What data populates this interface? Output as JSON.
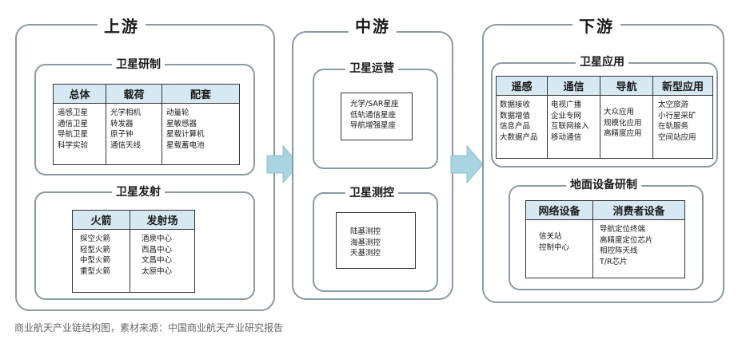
{
  "upstream": {
    "title": "上游",
    "satellite_rd": {
      "title": "卫星研制",
      "columns": [
        {
          "header": "总体",
          "items": [
            "遥感卫星",
            "通信卫星",
            "导航卫星",
            "科学实验"
          ]
        },
        {
          "header": "载荷",
          "items": [
            "光学相机",
            "转发器",
            "原子钟",
            "通信天线"
          ]
        },
        {
          "header": "配套",
          "items": [
            "动量轮",
            "星敏感器",
            "星载计算机",
            "星载蓄电池"
          ]
        }
      ]
    },
    "satellite_launch": {
      "title": "卫星发射",
      "columns": [
        {
          "header": "火箭",
          "items": [
            "探空火箭",
            "轻型火箭",
            "中型火箭",
            "重型火箭"
          ]
        },
        {
          "header": "发射场",
          "items": [
            "酒泉中心",
            "西昌中心",
            "文昌中心",
            "太原中心"
          ]
        }
      ]
    }
  },
  "midstream": {
    "title": "中游",
    "satellite_ops": {
      "title": "卫星运营",
      "items": [
        "光学/SAR星座",
        "低轨通信星座",
        "导航增强星座"
      ]
    },
    "satellite_ttc": {
      "title": "卫星测控",
      "items": [
        "陆基测控",
        "海基测控",
        "天基测控"
      ]
    }
  },
  "downstream": {
    "title": "下游",
    "satellite_app": {
      "title": "卫星应用",
      "columns": [
        {
          "header": "遥感",
          "items": [
            "数据接收",
            "数据增值",
            "信息产品",
            "大数据产品"
          ]
        },
        {
          "header": "通信",
          "items": [
            "电视广播",
            "企业专网",
            "互联网接入",
            "移动通信"
          ]
        },
        {
          "header": "导航",
          "items": [
            "大众应用",
            "规模化应用",
            "高精度应用"
          ]
        },
        {
          "header": "新型应用",
          "items": [
            "太空旅游",
            "小行星采矿",
            "在轨服务",
            "空间站应用"
          ]
        }
      ]
    },
    "ground_equipment": {
      "title": "地面设备研制",
      "columns": [
        {
          "header": "网络设备",
          "items": [
            "信关站",
            "控制中心"
          ]
        },
        {
          "header": "消费者设备",
          "items": [
            "导航定位终端",
            "高精度定位芯片",
            "相控阵天线",
            "T/R芯片"
          ]
        }
      ]
    }
  },
  "caption": "商业航天产业链结构图，素材来源：中国商业航天产业研究报告",
  "colors": {
    "header_fill": "#d6e9f3",
    "border": "#8a9aa3",
    "arrow": "#a9d4e2"
  }
}
